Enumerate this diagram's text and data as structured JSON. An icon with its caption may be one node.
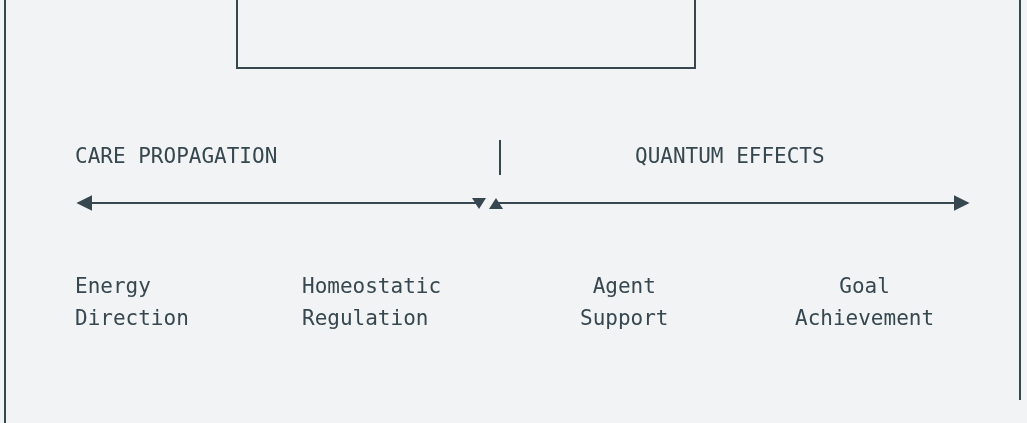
{
  "diagram": {
    "labels": [
      "CARE PROPAGATION",
      "QUANTUM EFFECTS",
      "Energy Direction",
      "Homeostatic Regulation",
      "Agent Support",
      "Goal Achievement"
    ]
  }
}
